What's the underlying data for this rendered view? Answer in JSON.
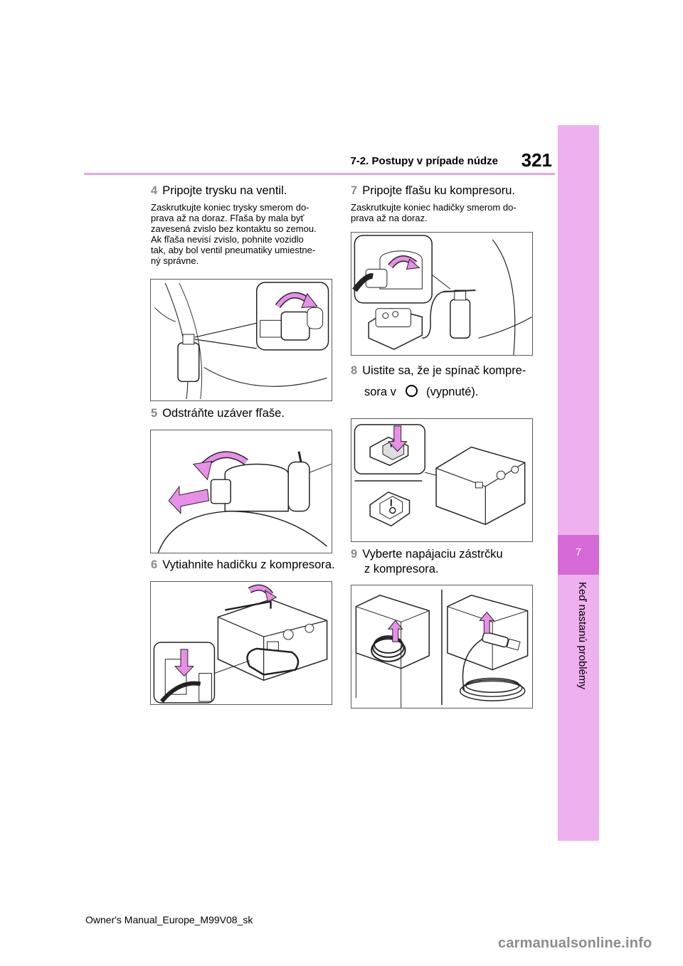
{
  "header": {
    "title": "7-2. Postupy v prípade núdze",
    "page_number": "321"
  },
  "sidebar": {
    "chapter_number": "7",
    "chapter_title": "Keď nastanú problémy"
  },
  "steps": [
    {
      "num": "4",
      "title": "Pripojte trysku na ventil.",
      "note": "Zaskrutkujte koniec trysky smerom do-\nprava až na doraz. Fľaša by mala byť\nzavesená zvislo bez kontaktu so zemou.\nAk fľaša nevisí zvislo, pohnite vozidlo\ntak, aby bol ventil pneumatiky umiestne-\nný správne."
    },
    {
      "num": "5",
      "title": "Odstráňte uzáver fľaše."
    },
    {
      "num": "6",
      "title": "Vytiahnite hadičku z kompresora."
    },
    {
      "num": "7",
      "title": "Pripojte fľašu ku kompresoru.",
      "note": "Zaskrutkujte koniec hadičky smerom do-\nprava až na doraz."
    },
    {
      "num": "8",
      "title_line1": "Uistite sa, že je spínač kompre-",
      "title_pre": "sora v",
      "title_post": "(vypnuté)."
    },
    {
      "num": "9",
      "title_line1": "Vyberte napájaciu zástrčku",
      "title_line2": "z kompresora."
    }
  ],
  "footer": {
    "text": "Owner's Manual_Europe_M99V08_sk"
  },
  "watermark": {
    "text": "carmanualsonline.info"
  },
  "colors": {
    "accent": "#e6a6e6",
    "sidebar": "#efb0ef",
    "chapter_box": "#d66ad6",
    "arrow": "#e890e8"
  }
}
